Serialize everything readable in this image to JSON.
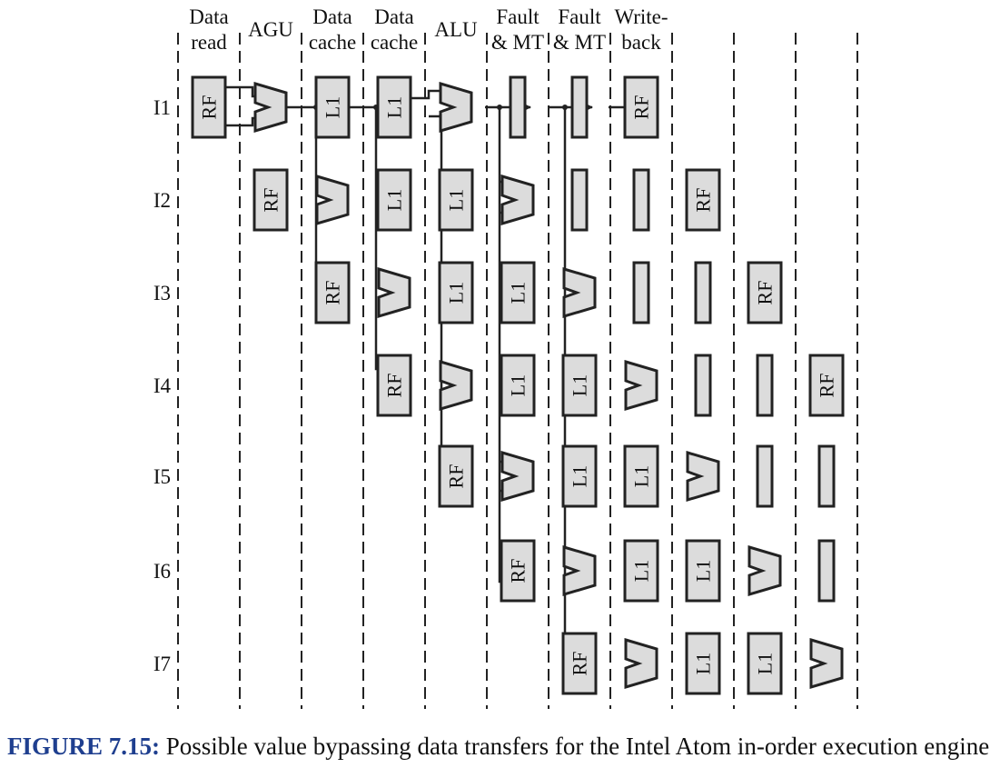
{
  "stage_headers": [
    [
      "Data",
      "read"
    ],
    [
      "AGU"
    ],
    [
      "Data",
      "cache"
    ],
    [
      "Data",
      "cache"
    ],
    [
      "ALU"
    ],
    [
      "Fault",
      "& MT"
    ],
    [
      "Fault",
      "& MT"
    ],
    [
      "Write-",
      "back"
    ]
  ],
  "instructions": [
    "I1",
    "I2",
    "I3",
    "I4",
    "I5",
    "I6",
    "I7"
  ],
  "block_labels": {
    "rf": "RF",
    "l1": "L1"
  },
  "pipeline": [
    [
      "RF",
      "ALU",
      "L1",
      "L1",
      "ALU",
      "LATCH",
      "LATCH",
      "RF"
    ],
    [
      "RF",
      "ALU",
      "L1",
      "L1",
      "ALU",
      "LATCH",
      "LATCH",
      "RF"
    ],
    [
      "RF",
      "ALU",
      "L1",
      "L1",
      "ALU",
      "LATCH",
      "LATCH",
      "RF"
    ],
    [
      "RF",
      "ALU",
      "L1",
      "L1",
      "ALU",
      "LATCH",
      "LATCH",
      "RF"
    ],
    [
      "RF",
      "ALU",
      "L1",
      "L1",
      "ALU",
      "LATCH",
      "LATCH",
      "RF"
    ],
    [
      "RF",
      "ALU",
      "L1",
      "L1",
      "ALU",
      "LATCH",
      "LATCH",
      "RF"
    ],
    [
      "RF",
      "ALU",
      "L1",
      "L1",
      "ALU",
      "LATCH",
      "LATCH"
    ]
  ],
  "caption": {
    "label": "FIGURE 7.15:",
    "text": " Possible value bypassing data transfers for the Intel Atom in-order execution engine."
  },
  "colors": {
    "block_fill": "#dcdcdc",
    "stroke": "#222222",
    "caption_label": "#1f3f8f"
  }
}
